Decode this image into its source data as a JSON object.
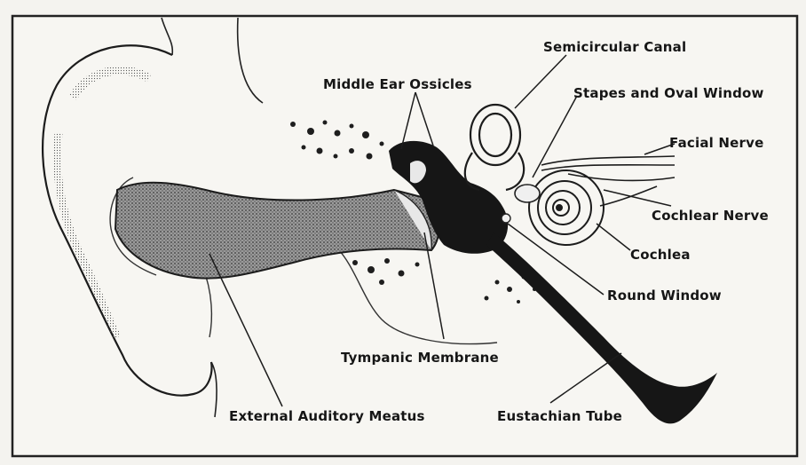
{
  "diagram": {
    "labels": {
      "semicircular_canal": "Semicircular Canal",
      "middle_ear_ossicles": "Middle Ear Ossicles",
      "stapes_oval_window": "Stapes and Oval Window",
      "facial_nerve": "Facial Nerve",
      "cochlear_nerve": "Cochlear Nerve",
      "cochlea": "Cochlea",
      "round_window": "Round Window",
      "tympanic_membrane": "Tympanic Membrane",
      "external_auditory_meatus": "External Auditory Meatus",
      "eustachian_tube": "Eustachian Tube"
    },
    "colors": {
      "background": "#f4f3ef",
      "ink": "#161616",
      "canal_fill": "#7a7a7a",
      "frame": "#222222"
    }
  }
}
